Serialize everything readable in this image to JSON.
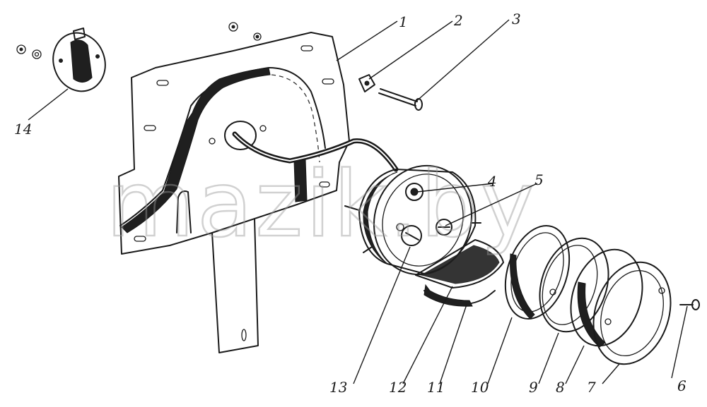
{
  "diagram": {
    "watermark": "mazik.by",
    "callouts": [
      {
        "id": "1",
        "label": "1"
      },
      {
        "id": "2",
        "label": "2"
      },
      {
        "id": "3",
        "label": "3"
      },
      {
        "id": "4",
        "label": "4"
      },
      {
        "id": "5",
        "label": "5"
      },
      {
        "id": "6",
        "label": "6"
      },
      {
        "id": "7",
        "label": "7"
      },
      {
        "id": "8",
        "label": "8"
      },
      {
        "id": "9",
        "label": "9"
      },
      {
        "id": "10",
        "label": "10"
      },
      {
        "id": "11",
        "label": "11"
      },
      {
        "id": "12",
        "label": "12"
      },
      {
        "id": "13",
        "label": "13"
      },
      {
        "id": "14",
        "label": "14"
      }
    ]
  }
}
